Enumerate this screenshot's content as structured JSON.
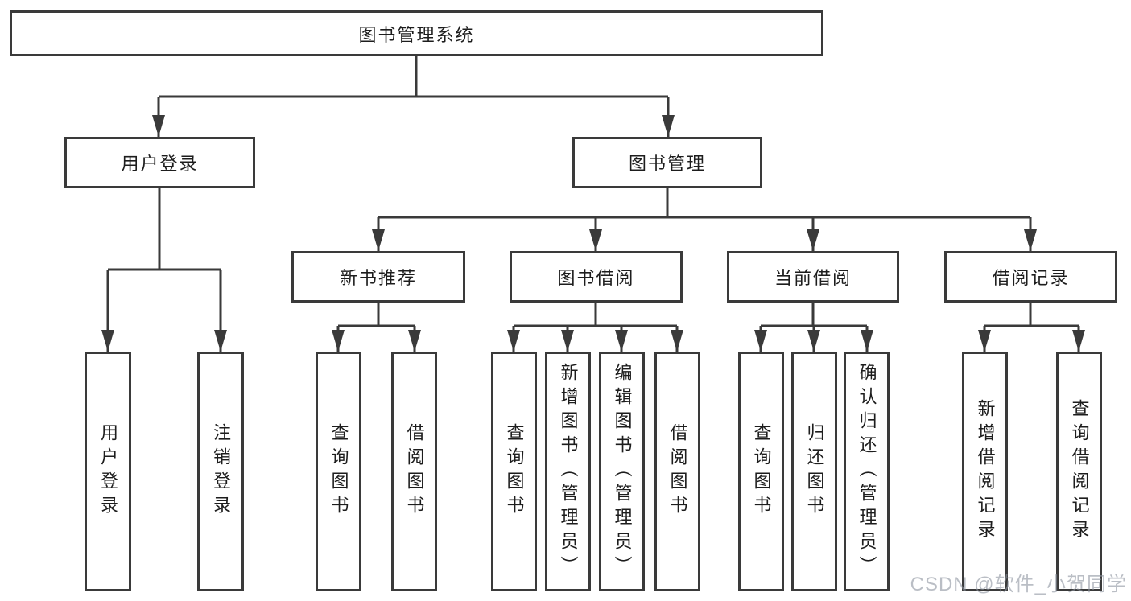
{
  "diagram": {
    "nodes": {
      "root": {
        "label": "图书管理系统"
      },
      "user_login": {
        "label": "用户登录"
      },
      "book_mgmt": {
        "label": "图书管理"
      },
      "new_book_rec": {
        "label": "新书推荐"
      },
      "book_borrow": {
        "label": "图书借阅"
      },
      "current_borrow": {
        "label": "当前借阅"
      },
      "borrow_records": {
        "label": "借阅记录"
      },
      "leaf_user_login": {
        "label": "用户登录"
      },
      "leaf_logout": {
        "label": "注销登录"
      },
      "leaf_query_book_1": {
        "label": "查询图书"
      },
      "leaf_borrow_book_1": {
        "label": "借阅图书"
      },
      "leaf_query_book_2": {
        "label": "查询图书"
      },
      "leaf_add_book": {
        "label": "新增图书（管理员）"
      },
      "leaf_edit_book": {
        "label": "编辑图书（管理员）"
      },
      "leaf_borrow_book_2": {
        "label": "借阅图书"
      },
      "leaf_query_book_3": {
        "label": "查询图书"
      },
      "leaf_return_book": {
        "label": "归还图书"
      },
      "leaf_confirm_return": {
        "label": "确认归还（管理员）"
      },
      "leaf_add_record": {
        "label": "新增借阅记录"
      },
      "leaf_query_record": {
        "label": "查询借阅记录"
      }
    },
    "edges": [
      {
        "from": "root",
        "to": "user_login"
      },
      {
        "from": "root",
        "to": "book_mgmt"
      },
      {
        "from": "user_login",
        "to": "leaf_user_login"
      },
      {
        "from": "user_login",
        "to": "leaf_logout"
      },
      {
        "from": "book_mgmt",
        "to": "new_book_rec"
      },
      {
        "from": "book_mgmt",
        "to": "book_borrow"
      },
      {
        "from": "book_mgmt",
        "to": "current_borrow"
      },
      {
        "from": "book_mgmt",
        "to": "borrow_records"
      },
      {
        "from": "new_book_rec",
        "to": "leaf_query_book_1"
      },
      {
        "from": "new_book_rec",
        "to": "leaf_borrow_book_1"
      },
      {
        "from": "book_borrow",
        "to": "leaf_query_book_2"
      },
      {
        "from": "book_borrow",
        "to": "leaf_add_book"
      },
      {
        "from": "book_borrow",
        "to": "leaf_edit_book"
      },
      {
        "from": "book_borrow",
        "to": "leaf_borrow_book_2"
      },
      {
        "from": "current_borrow",
        "to": "leaf_query_book_3"
      },
      {
        "from": "current_borrow",
        "to": "leaf_return_book"
      },
      {
        "from": "current_borrow",
        "to": "leaf_confirm_return"
      },
      {
        "from": "borrow_records",
        "to": "leaf_add_record"
      },
      {
        "from": "borrow_records",
        "to": "leaf_query_record"
      }
    ],
    "colors": {
      "line": "#3a3a3a",
      "border": "#3a3a3a",
      "text": "#1d1d1d",
      "background": "#ffffff",
      "watermark": "#8c929e"
    },
    "watermark": "CSDN @软件_小贺同学"
  }
}
